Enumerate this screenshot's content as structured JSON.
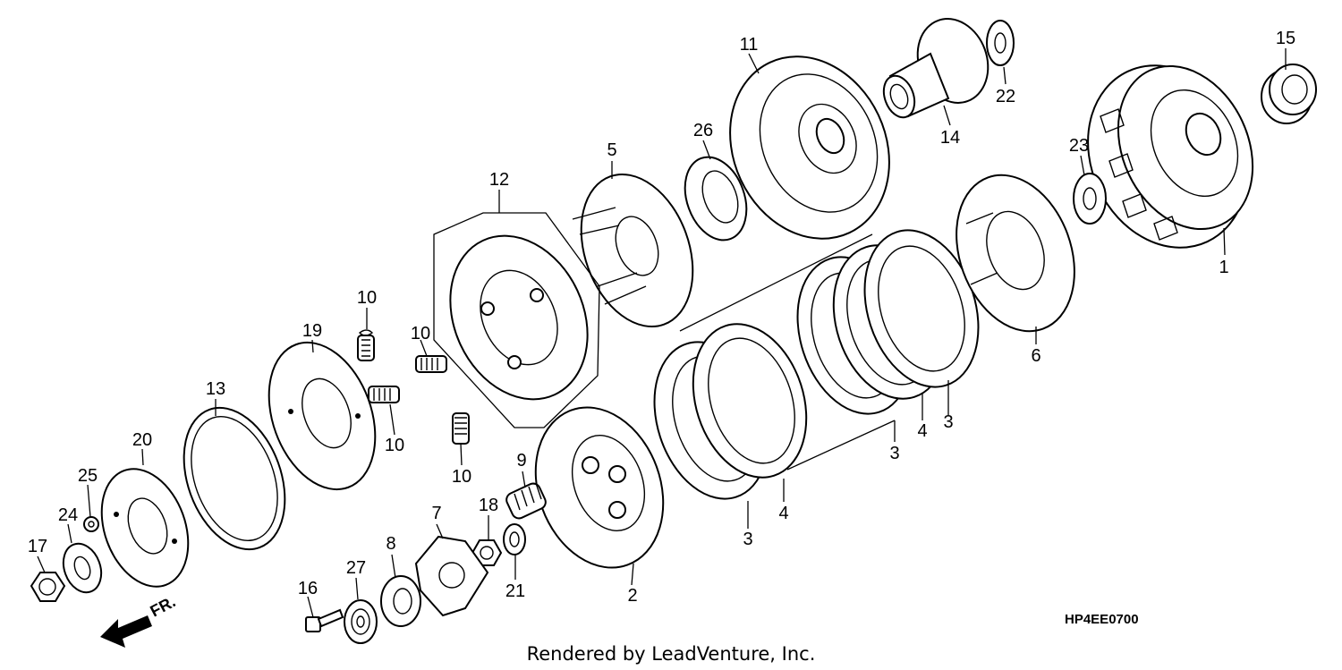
{
  "diagram": {
    "part_numbers": [
      "1",
      "2",
      "3",
      "4",
      "5",
      "6",
      "7",
      "8",
      "9",
      "10",
      "11",
      "12",
      "13",
      "14",
      "15",
      "16",
      "17",
      "18",
      "19",
      "20",
      "21",
      "22",
      "23",
      "24",
      "25",
      "26",
      "27"
    ],
    "code": "HP4EE0700",
    "credit": "Rendered by LeadVenture, Inc.",
    "front_arrow_label": "FR."
  }
}
